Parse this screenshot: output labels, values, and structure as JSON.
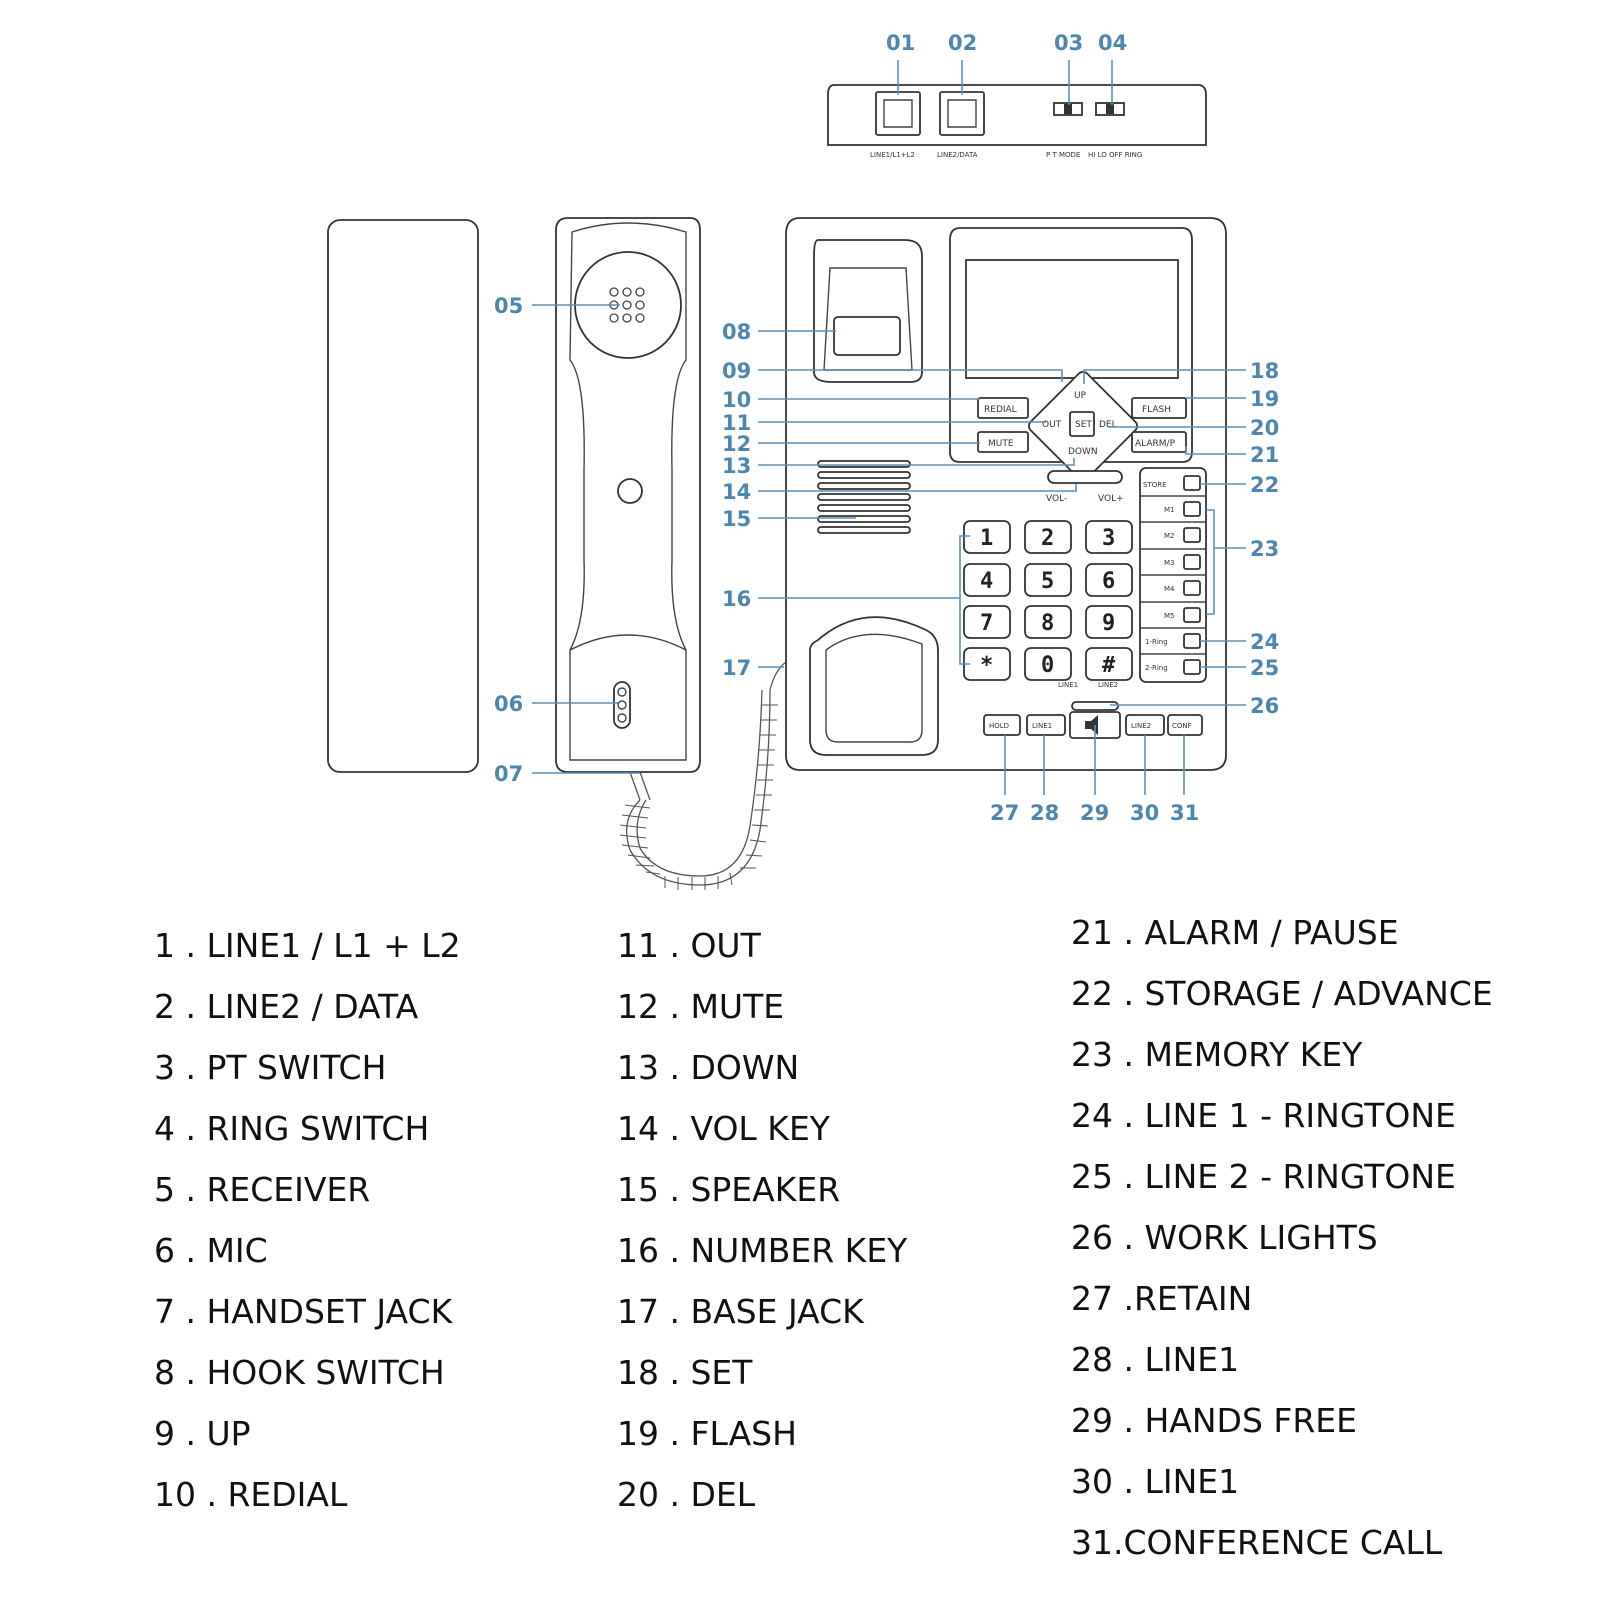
{
  "callouts": [
    "01",
    "02",
    "03",
    "04",
    "05",
    "06",
    "07",
    "08",
    "09",
    "10",
    "11",
    "12",
    "13",
    "14",
    "15",
    "16",
    "17",
    "18",
    "19",
    "20",
    "21",
    "22",
    "23",
    "24",
    "25",
    "26",
    "27",
    "28",
    "29",
    "30",
    "31"
  ],
  "device_labels": {
    "port1": "LINE1/L1+L2",
    "port2": "LINE2/DATA",
    "switch_mode": "P T MODE",
    "switch_ring": "HI LO OFF RING",
    "up": "UP",
    "down": "DOWN",
    "out": "OUT",
    "set": "SET",
    "del": "DEL",
    "redial": "REDIAL",
    "mute": "MUTE",
    "flash": "FLASH",
    "alarm": "ALARM/P",
    "vol_minus": "VOL-",
    "vol_plus": "VOL+",
    "store": "STORE",
    "m1": "M1",
    "m2": "M2",
    "m3": "M3",
    "m4": "M4",
    "m5": "M5",
    "ring1": "1-Ring",
    "ring2": "2-Ring",
    "line1_small": "LINE1",
    "line2_small": "LINE2",
    "hold": "HOLD",
    "line1": "LINE1",
    "line2": "LINE2",
    "conf": "CONF",
    "keys": [
      "1",
      "2",
      "3",
      "4",
      "5",
      "6",
      "7",
      "8",
      "9",
      "*",
      "0",
      "#"
    ]
  },
  "legend": {
    "col1": [
      "1 . LINE1 / L1 + L2",
      "2 . LINE2 / DATA",
      "3 . PT SWITCH",
      "4 . RING SWITCH",
      "5 . RECEIVER",
      "6 . MIC",
      "7 . HANDSET JACK",
      "8 . HOOK SWITCH",
      "9 . UP",
      "10 . REDIAL"
    ],
    "col2": [
      "11 . OUT",
      "12 . MUTE",
      "13 . DOWN",
      "14 . VOL KEY",
      "15 . SPEAKER",
      "16 . NUMBER KEY",
      "17 . BASE JACK",
      "18 . SET",
      "19 . FLASH",
      "20 . DEL"
    ],
    "col3": [
      "21 . ALARM / PAUSE",
      "22 . STORAGE / ADVANCE",
      "23 . MEMORY KEY",
      "24 . LINE 1 - RINGTONE",
      "25 . LINE 2 - RINGTONE",
      "26 . WORK LIGHTS",
      "27 .RETAIN",
      "28 . LINE1",
      "29 . HANDS FREE",
      "30 . LINE1",
      "31.CONFERENCE CALL"
    ]
  }
}
